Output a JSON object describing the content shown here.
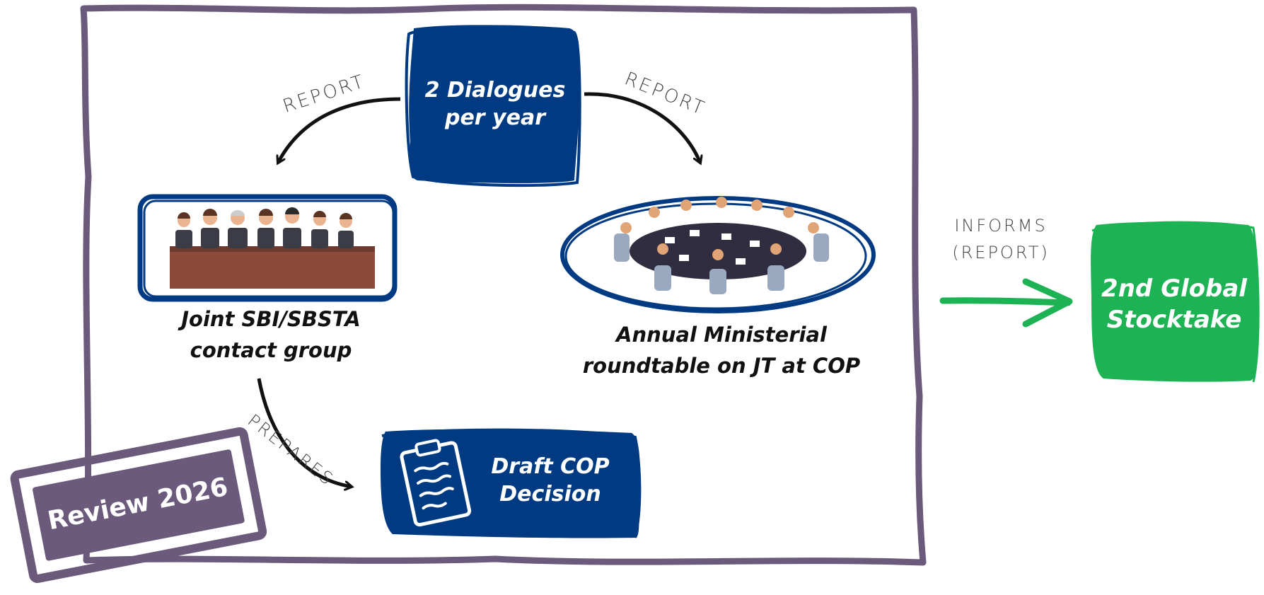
{
  "colors": {
    "frame": "#6b5a7b",
    "navy": "#003a82",
    "green": "#1db354",
    "stamp": "#6b5a7b"
  },
  "dialogues": {
    "line1": "2 Dialogues",
    "line2": "per year"
  },
  "report_left": "REPORT",
  "report_right": "REPORT",
  "joint_group": {
    "line1": "Joint SBI/SBSTA",
    "line2": "contact group",
    "image": "panel-of-people-illustration"
  },
  "ministerial": {
    "line1": "Annual Ministerial",
    "line2": "roundtable on JT at COP",
    "image": "roundtable-meeting-illustration"
  },
  "prepares": "PREPARES",
  "draft": {
    "line1": "Draft COP",
    "line2": "Decision",
    "icon": "clipboard-icon"
  },
  "informs": {
    "line1": "INFORMS",
    "line2": "(REPORT)"
  },
  "stocktake": {
    "line1": "2nd Global",
    "line2": "Stocktake"
  },
  "review": "Review 2026"
}
